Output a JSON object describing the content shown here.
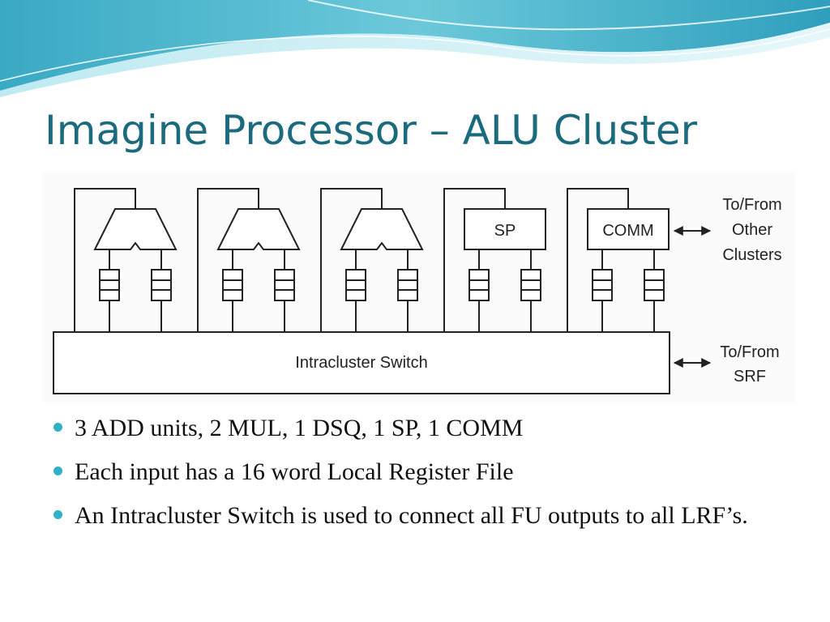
{
  "slide": {
    "title": "Imagine Processor – ALU Cluster"
  },
  "diagram": {
    "sp_label": "SP",
    "comm_label": "COMM",
    "switch_label": "Intracluster Switch",
    "other_clusters_label": [
      "To/From",
      "Other",
      "Clusters"
    ],
    "srf_label": [
      "To/From",
      "SRF"
    ]
  },
  "bullets": [
    "3 ADD units, 2 MUL, 1 DSQ, 1 SP, 1 COMM",
    "Each input has a 16 word Local Register File",
    "An Intracluster Switch is used to connect all FU outputs to all LRF’s."
  ],
  "colors": {
    "title": "#1c6a7e",
    "bullet_dot": "#2fb1c8",
    "wave_dark": "#3fb6cc",
    "wave_light": "#a8e2ec"
  }
}
